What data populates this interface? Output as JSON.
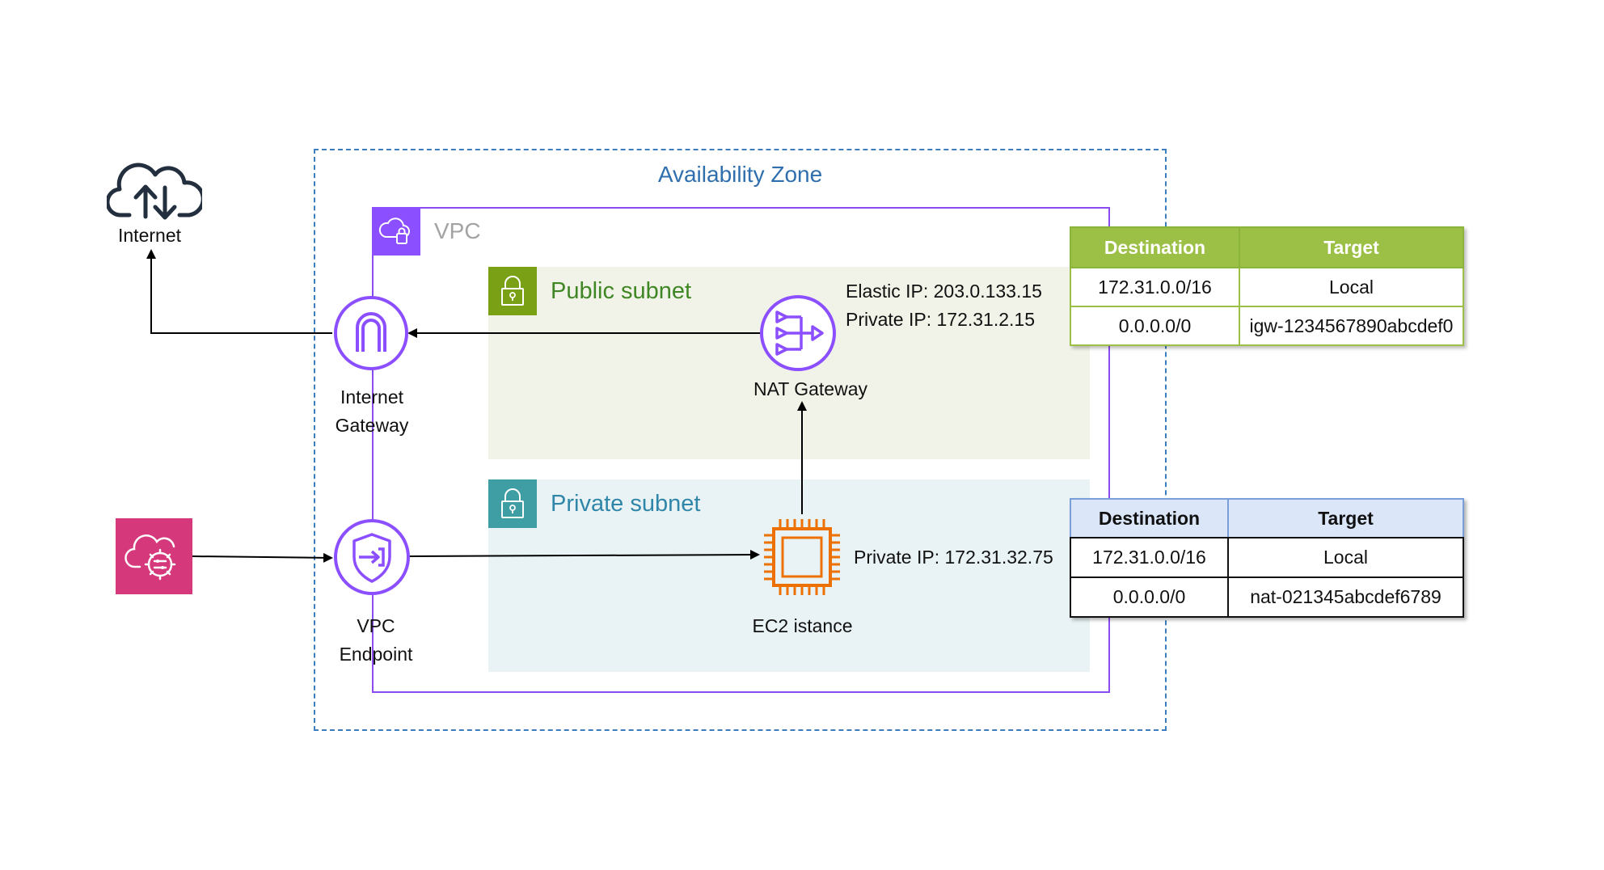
{
  "availability_zone": {
    "label": "Availability Zone"
  },
  "vpc": {
    "label": "VPC"
  },
  "public_subnet": {
    "label": "Public subnet"
  },
  "private_subnet": {
    "label": "Private subnet"
  },
  "internet": {
    "label": "Internet",
    "icon": "cloud-upload-download-icon"
  },
  "internet_gateway": {
    "label_line1": "Internet",
    "label_line2": "Gateway",
    "icon": "internet-gateway-icon"
  },
  "vpc_endpoint": {
    "label_line1": "VPC",
    "label_line2": "Endpoint",
    "icon": "vpc-endpoint-icon"
  },
  "external_service": {
    "icon": "cloud-service-gear-icon"
  },
  "nat_gateway": {
    "label": "NAT Gateway",
    "elastic_ip": "Elastic IP: 203.0.133.15",
    "private_ip": "Private IP: 172.31.2.15",
    "icon": "nat-gateway-icon"
  },
  "ec2": {
    "label": "EC2 istance",
    "private_ip": "Private IP: 172.31.32.75",
    "icon": "chip-icon"
  },
  "public_route_table": {
    "headers": [
      "Destination",
      "Target"
    ],
    "rows": [
      [
        "172.31.0.0/16",
        "Local"
      ],
      [
        "0.0.0.0/0",
        "igw-1234567890abcdef0"
      ]
    ]
  },
  "private_route_table": {
    "headers": [
      "Destination",
      "Target"
    ],
    "rows": [
      [
        "172.31.0.0/16",
        "Local"
      ],
      [
        "0.0.0.0/0",
        "nat-021345abcdef6789"
      ]
    ]
  },
  "colors": {
    "az_border": "#3b7dbd",
    "vpc_purple": "#8c4fff",
    "public_green": "#7aa116",
    "private_teal": "#3f9ea3",
    "service_pink": "#d6387c",
    "ec2_orange": "#ed7100",
    "table_green": "#9cbf45",
    "table_blue": "#dbe7f9"
  }
}
